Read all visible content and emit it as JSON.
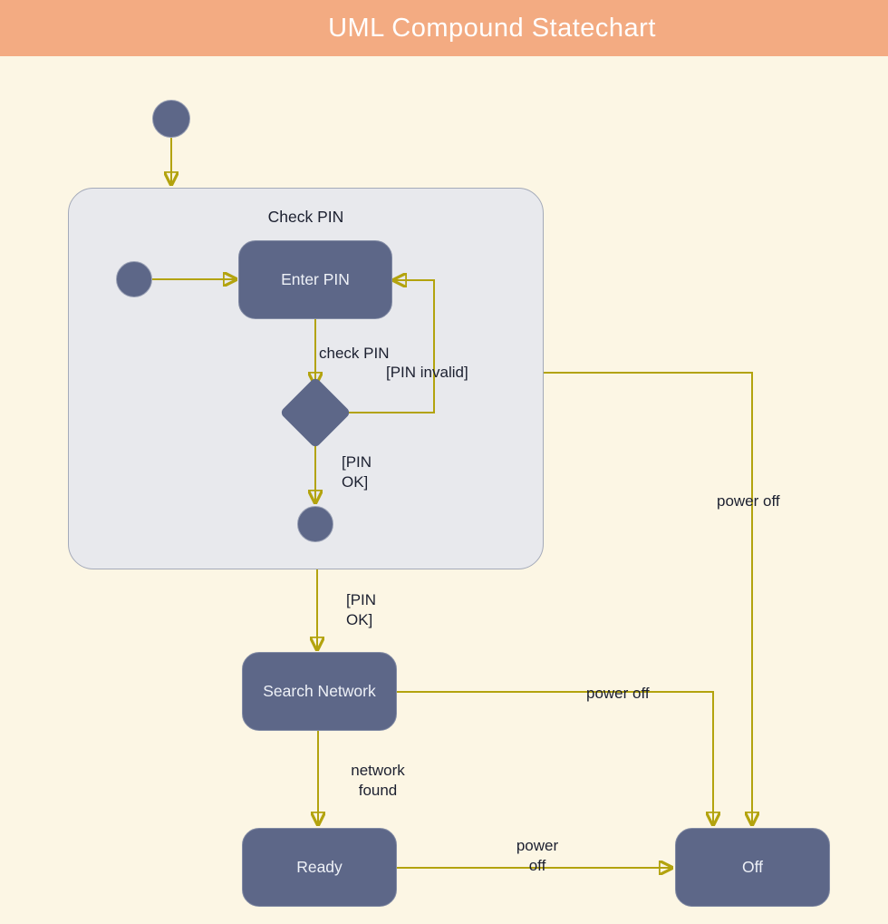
{
  "title": "UML Compound Statechart",
  "colors": {
    "header_bg": "#f3ab82",
    "title_text": "#ffffff",
    "canvas_bg": "#fcf6e4",
    "compound_fill": "#e8e9ed",
    "compound_border": "#a4aab9",
    "state_fill": "#5d6788",
    "state_text": "#eef1f7",
    "connector": "#b3a30e",
    "label_text": "#1c2030"
  },
  "diagram": {
    "compound": {
      "label": "Check PIN"
    },
    "states": {
      "enter_pin": {
        "label": "Enter PIN"
      },
      "search_network": {
        "label": "Search Network"
      },
      "ready": {
        "label": "Ready"
      },
      "off": {
        "label": "Off"
      }
    },
    "transition_labels": {
      "check_pin": "check PIN",
      "pin_invalid": "[PIN invalid]",
      "pin_ok_inner": "[PIN\nOK]",
      "pin_ok_outer": "[PIN\nOK]",
      "network_found": "network\nfound",
      "power_off_ready": "power\noff",
      "power_off_search": "power off",
      "power_off_compound": "power off"
    }
  }
}
